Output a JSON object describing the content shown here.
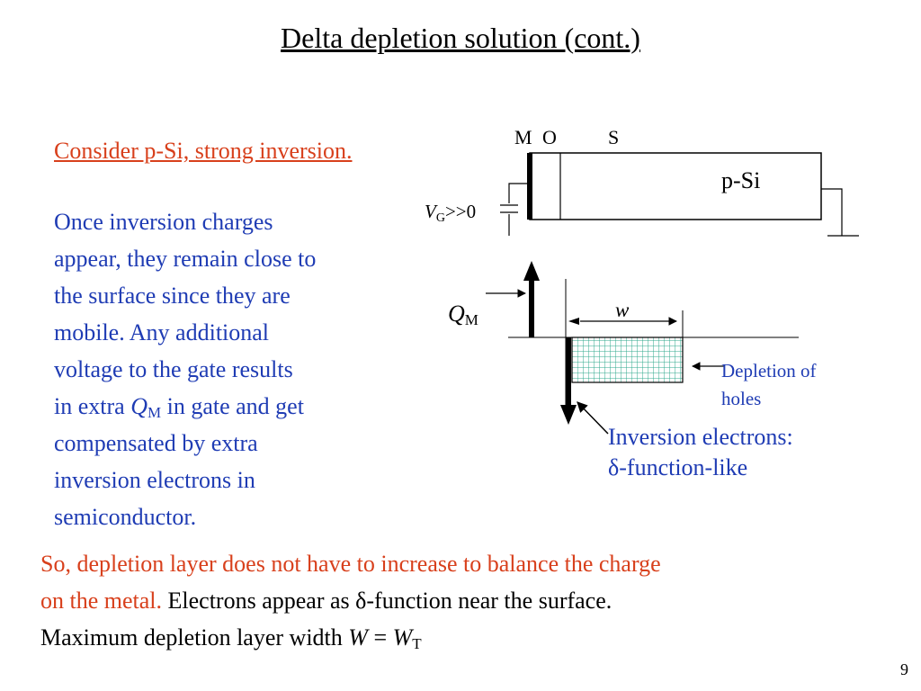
{
  "slide": {
    "title": "Delta depletion solution (cont.)",
    "consider": "Consider p-Si, strong inversion.",
    "body_lines": {
      "l1": "Once inversion charges",
      "l2": "appear, they remain close to",
      "l3": "the surface since they are",
      "l4": "mobile. Any additional",
      "l5": "voltage to the gate  results",
      "l6_pre": "in extra ",
      "l6_sym": "Q",
      "l6_sub": "M",
      "l6_post": " in gate and get",
      "l7": "compensated by extra",
      "l8": "inversion electrons in",
      "l9": "semiconductor."
    },
    "bottom": {
      "l1": "So, depletion layer does not have to increase to balance the charge",
      "l2_red": "on the metal.",
      "l2_black": " Electrons appear as δ-function near the surface.",
      "l3_pre": "Maximum depletion layer width ",
      "l3_W": "W",
      "l3_eq": " = ",
      "l3_W2": "W",
      "l3_sub": "T"
    },
    "page_number": "9"
  },
  "diagram": {
    "label_m": "M",
    "label_o": "O",
    "label_s": "S",
    "label_psi": "p-Si",
    "vg_sym": "V",
    "vg_sub": "G",
    "vg_cond": ">>0",
    "qm_sym": "Q",
    "qm_sub": "M",
    "w_label": "w",
    "depletion_l1": "Depletion of",
    "depletion_l2": "holes",
    "inversion_l1": "Inversion electrons:",
    "inversion_l2": "δ-function-like"
  },
  "colors": {
    "title_text": "#000000",
    "accent_red": "#d8401c",
    "body_blue": "#1f3cb4",
    "depletion_fill": "#5cc8b4"
  }
}
